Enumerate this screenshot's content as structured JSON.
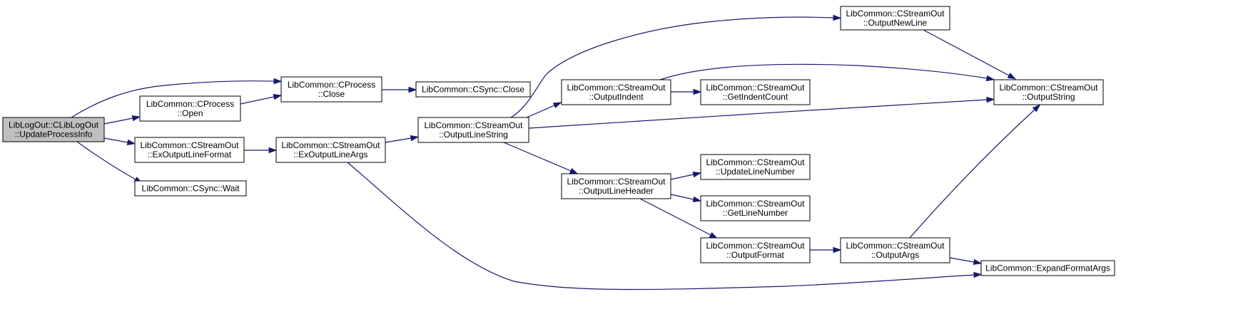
{
  "graph": {
    "nodes": [
      {
        "id": "root",
        "lines": [
          "LibLogOut::CLibLogOut",
          "::UpdateProcessInfo"
        ],
        "highlighted": true
      },
      {
        "id": "pclose",
        "lines": [
          "LibCommon::CProcess",
          "::Close"
        ]
      },
      {
        "id": "popen",
        "lines": [
          "LibCommon::CProcess",
          "::Open"
        ]
      },
      {
        "id": "exlf",
        "lines": [
          "LibCommon::CStreamOut",
          "::ExOutputLineFormat"
        ]
      },
      {
        "id": "swait",
        "lines": [
          "LibCommon::CSync::Wait"
        ]
      },
      {
        "id": "sclose",
        "lines": [
          "LibCommon::CSync::Close"
        ]
      },
      {
        "id": "exla",
        "lines": [
          "LibCommon::CStreamOut",
          "::ExOutputLineArgs"
        ]
      },
      {
        "id": "ols",
        "lines": [
          "LibCommon::CStreamOut",
          "::OutputLineString"
        ]
      },
      {
        "id": "onl",
        "lines": [
          "LibCommon::CStreamOut",
          "::OutputNewLine"
        ]
      },
      {
        "id": "oind",
        "lines": [
          "LibCommon::CStreamOut",
          "::OutputIndent"
        ]
      },
      {
        "id": "gic",
        "lines": [
          "LibCommon::CStreamOut",
          "::GetIndentCount"
        ]
      },
      {
        "id": "olh",
        "lines": [
          "LibCommon::CStreamOut",
          "::OutputLineHeader"
        ]
      },
      {
        "id": "uln",
        "lines": [
          "LibCommon::CStreamOut",
          "::UpdateLineNumber"
        ]
      },
      {
        "id": "gln",
        "lines": [
          "LibCommon::CStreamOut",
          "::GetLineNumber"
        ]
      },
      {
        "id": "ofmt",
        "lines": [
          "LibCommon::CStreamOut",
          "::OutputFormat"
        ]
      },
      {
        "id": "oargs",
        "lines": [
          "LibCommon::CStreamOut",
          "::OutputArgs"
        ]
      },
      {
        "id": "ostr",
        "lines": [
          "LibCommon::CStreamOut",
          "::OutputString"
        ]
      },
      {
        "id": "efa",
        "lines": [
          "LibCommon::ExpandFormatArgs"
        ]
      }
    ],
    "edges": [
      [
        "root",
        "pclose"
      ],
      [
        "root",
        "popen"
      ],
      [
        "root",
        "exlf"
      ],
      [
        "root",
        "swait"
      ],
      [
        "popen",
        "pclose"
      ],
      [
        "pclose",
        "sclose"
      ],
      [
        "exlf",
        "exla"
      ],
      [
        "exla",
        "ols"
      ],
      [
        "exla",
        "efa"
      ],
      [
        "ols",
        "onl"
      ],
      [
        "ols",
        "oind"
      ],
      [
        "ols",
        "ostr"
      ],
      [
        "ols",
        "olh"
      ],
      [
        "onl",
        "ostr"
      ],
      [
        "oind",
        "ostr"
      ],
      [
        "oind",
        "gic"
      ],
      [
        "olh",
        "uln"
      ],
      [
        "olh",
        "gln"
      ],
      [
        "olh",
        "ofmt"
      ],
      [
        "ofmt",
        "oargs"
      ],
      [
        "oargs",
        "ostr"
      ],
      [
        "oargs",
        "efa"
      ]
    ],
    "colors": {
      "edge": "#191970",
      "highlight_fill": "#bfbfbf",
      "node_fill": "#ffffff"
    }
  }
}
